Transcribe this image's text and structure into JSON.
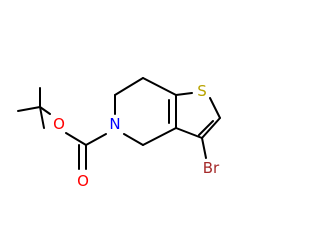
{
  "molecule": {
    "atoms": {
      "sulfur": {
        "symbol": "S",
        "color": "#b8a300"
      },
      "bromine": {
        "symbol": "Br",
        "color": "#a52a2a"
      },
      "nitrogen": {
        "symbol": "N",
        "color": "#0000ff"
      },
      "ester_oxygen": {
        "symbol": "O",
        "color": "#ff0000"
      },
      "carbonyl_oxygen": {
        "symbol": "O",
        "color": "#ff0000"
      }
    }
  }
}
